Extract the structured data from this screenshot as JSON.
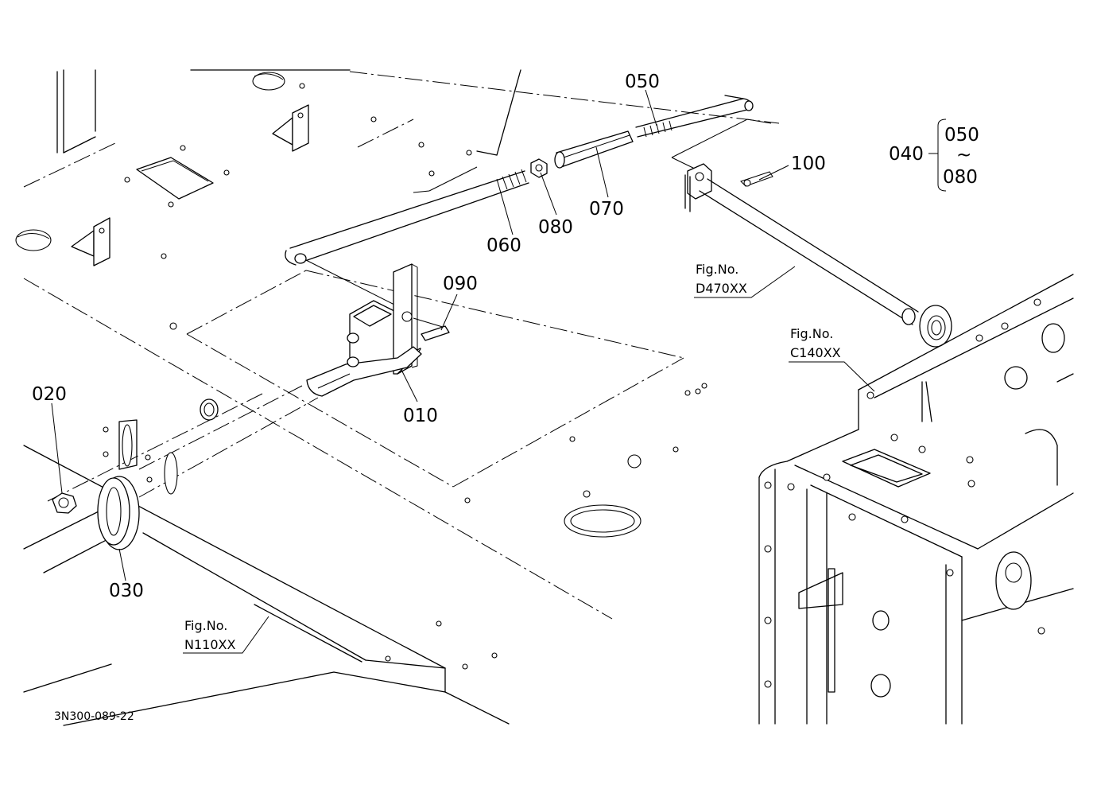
{
  "parts": [
    {
      "id": "p010",
      "label": "010"
    },
    {
      "id": "p020",
      "label": "020"
    },
    {
      "id": "p030",
      "label": "030"
    },
    {
      "id": "p040",
      "label": "040"
    },
    {
      "id": "p050",
      "label": "050"
    },
    {
      "id": "p060",
      "label": "060"
    },
    {
      "id": "p070",
      "label": "070"
    },
    {
      "id": "p080",
      "label": "080"
    },
    {
      "id": "p090",
      "label": "090"
    },
    {
      "id": "p100",
      "label": "100"
    }
  ],
  "set_group": {
    "label": "040",
    "from": "050",
    "tilde": "~",
    "to": "080"
  },
  "fig_refs": [
    {
      "caption": "Fig.No.",
      "code": "D470XX"
    },
    {
      "caption": "Fig.No.",
      "code": "C140XX"
    },
    {
      "caption": "Fig.No.",
      "code": "N110XX"
    }
  ],
  "drawing_code": "3N300-089-22"
}
